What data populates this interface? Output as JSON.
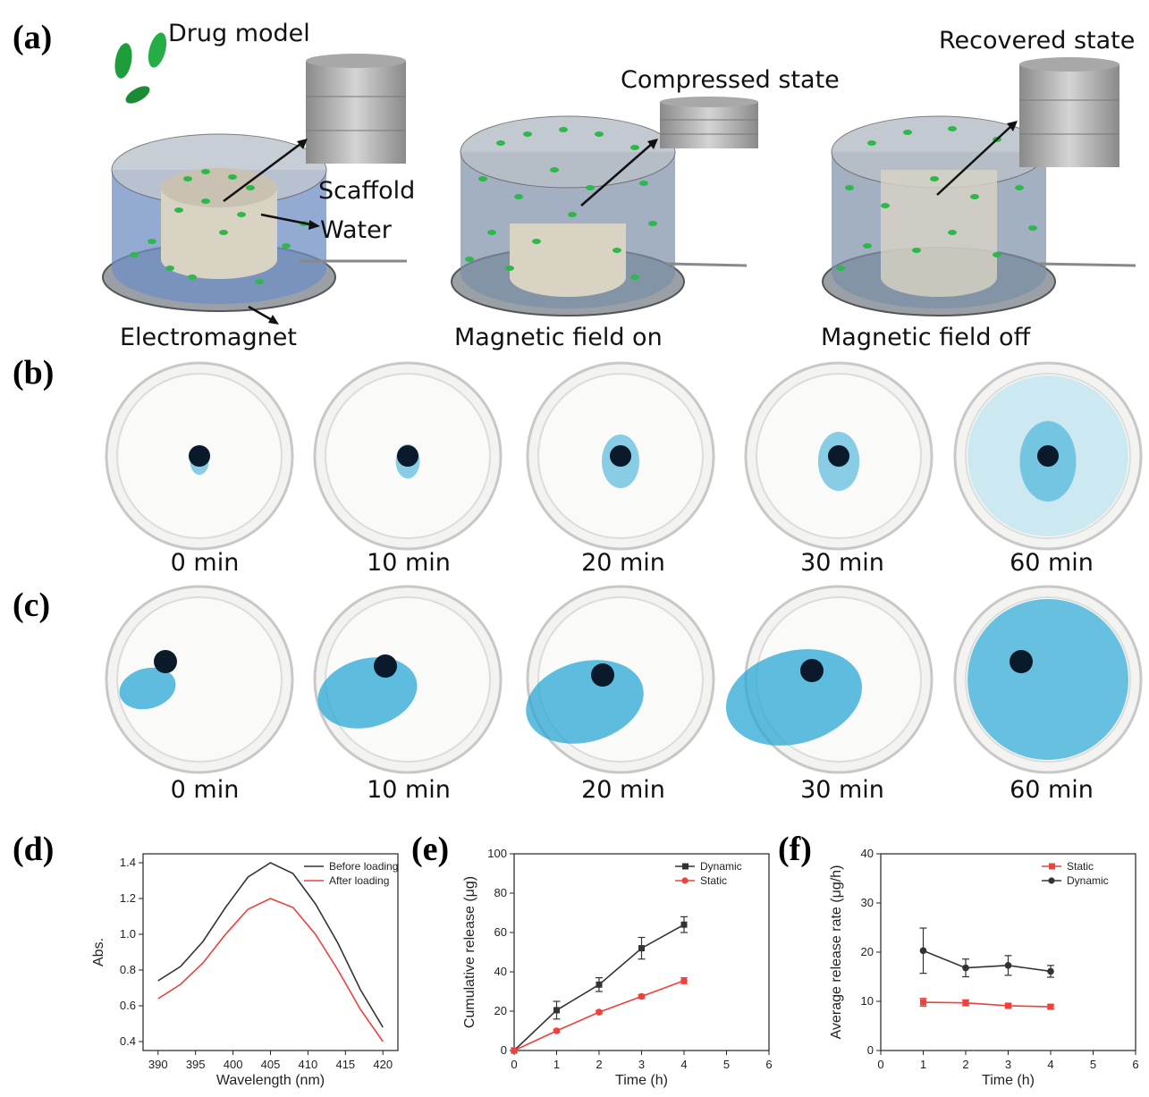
{
  "panel_a": {
    "letter": "(a)",
    "labels": {
      "drug_model": "Drug model",
      "scaffold": "Scaffold",
      "water": "Water",
      "electromagnet": "Electromagnet",
      "compressed_state": "Compressed state",
      "magnetic_field_on": "Magnetic field on",
      "recovered_state": "Recovered state",
      "magnetic_field_off": "Magnetic field off"
    }
  },
  "panel_b": {
    "letter": "(b)",
    "captions": [
      "0 min",
      "10 min",
      "20 min",
      "30 min",
      "60 min"
    ],
    "dye_spread": [
      0.05,
      0.12,
      0.3,
      0.35,
      0.55
    ]
  },
  "panel_c": {
    "letter": "(c)",
    "captions": [
      "0 min",
      "10 min",
      "20 min",
      "30 min",
      "60 min"
    ],
    "dye_spread": [
      0.1,
      0.45,
      0.6,
      0.75,
      0.95
    ]
  },
  "colors": {
    "dye": "#2aa7d6",
    "black_line": "#333333",
    "red_line": "#f0403c",
    "red_marker": "#e8201c"
  },
  "chart_data": [
    {
      "panel": "(d)",
      "type": "line",
      "xlabel": "Wavelength (nm)",
      "ylabel": "Abs.",
      "xlim": [
        388,
        422
      ],
      "ylim": [
        0.35,
        1.45
      ],
      "xticks": [
        390,
        395,
        400,
        405,
        410,
        415,
        420
      ],
      "yticks": [
        0.4,
        0.6,
        0.8,
        1.0,
        1.2,
        1.4
      ],
      "legend_position": "top-right",
      "series": [
        {
          "name": "Before loading",
          "color": "#333333",
          "x": [
            390,
            393,
            396,
            399,
            402,
            405,
            408,
            411,
            414,
            417,
            420
          ],
          "values": [
            0.74,
            0.82,
            0.96,
            1.15,
            1.32,
            1.4,
            1.34,
            1.17,
            0.95,
            0.69,
            0.48
          ]
        },
        {
          "name": "After loading",
          "color": "#f0403c",
          "x": [
            390,
            393,
            396,
            399,
            402,
            405,
            408,
            411,
            414,
            417,
            420
          ],
          "values": [
            0.64,
            0.72,
            0.84,
            1.0,
            1.14,
            1.2,
            1.15,
            1.0,
            0.8,
            0.58,
            0.4
          ]
        }
      ]
    },
    {
      "panel": "(e)",
      "type": "line",
      "xlabel": "Time (h)",
      "ylabel": "Cumulative release (μg)",
      "xlim": [
        0,
        6
      ],
      "ylim": [
        0,
        100
      ],
      "xticks": [
        0,
        1,
        2,
        3,
        4,
        5,
        6
      ],
      "yticks": [
        0,
        20,
        40,
        60,
        80,
        100
      ],
      "legend_position": "top-right",
      "series": [
        {
          "name": "Dynamic",
          "color": "#333333",
          "marker": "square",
          "x": [
            0,
            1,
            2,
            3,
            4
          ],
          "values": [
            0,
            20.5,
            33.5,
            52,
            64
          ],
          "error": [
            0,
            4.5,
            3.5,
            5.5,
            4
          ]
        },
        {
          "name": "Static",
          "color": "#f0403c",
          "marker": "circle",
          "x": [
            0,
            1,
            2,
            3,
            4
          ],
          "values": [
            0,
            10,
            19.5,
            27.5,
            35.5
          ],
          "error": [
            0,
            0.8,
            0.8,
            1.0,
            1.5
          ]
        }
      ]
    },
    {
      "panel": "(f)",
      "type": "line",
      "xlabel": "Time (h)",
      "ylabel": "Average release rate (μg/h)",
      "xlim": [
        0,
        6
      ],
      "ylim": [
        0,
        40
      ],
      "xticks": [
        0,
        1,
        2,
        3,
        4,
        5,
        6
      ],
      "yticks": [
        0,
        10,
        20,
        30,
        40
      ],
      "legend_position": "top-right",
      "series": [
        {
          "name": "Static",
          "color": "#f0403c",
          "marker": "square",
          "x": [
            1,
            2,
            3,
            4
          ],
          "values": [
            9.8,
            9.7,
            9.1,
            8.9
          ],
          "error": [
            0.8,
            0.6,
            0.4,
            0.4
          ]
        },
        {
          "name": "Dynamic",
          "color": "#333333",
          "marker": "circle",
          "x": [
            1,
            2,
            3,
            4
          ],
          "values": [
            20.3,
            16.8,
            17.3,
            16.1
          ],
          "error": [
            4.6,
            1.8,
            2.0,
            1.2
          ]
        }
      ]
    }
  ]
}
